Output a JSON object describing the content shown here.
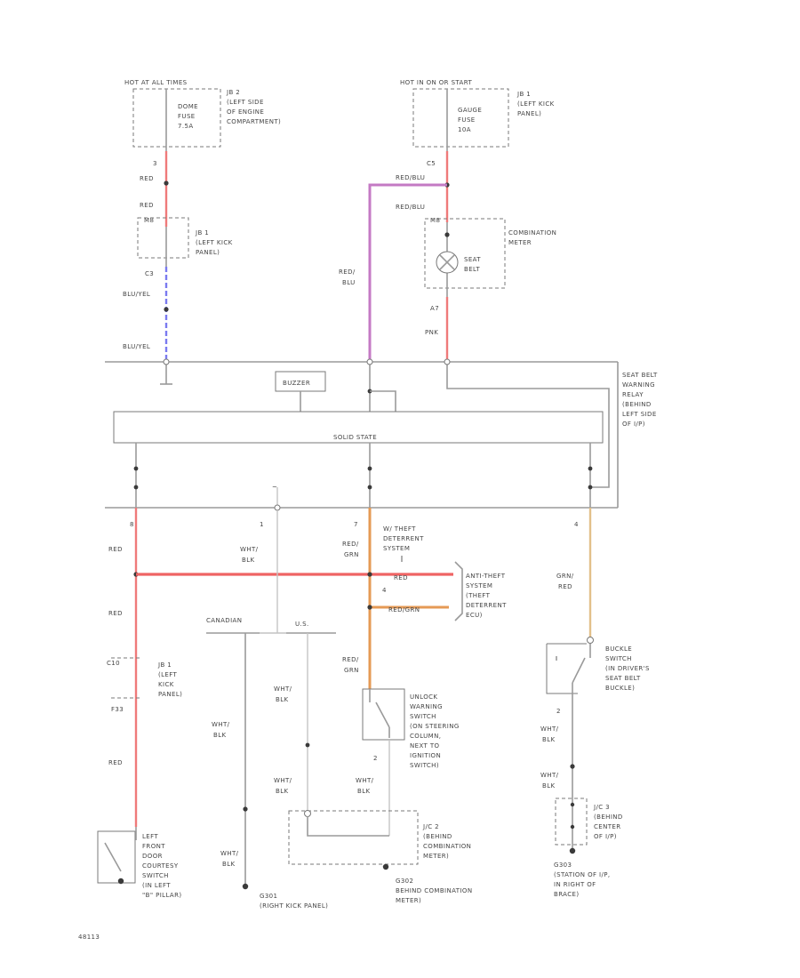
{
  "top_left": {
    "source": "HOT AT ALL TIMES",
    "jb_label": "JB 2",
    "jb_loc": [
      "(LEFT SIDE",
      "OF ENGINE",
      "COMPARTMENT)"
    ],
    "fuse": [
      "DOME",
      "FUSE",
      "7.5A"
    ],
    "conn1": "3",
    "wire1": "RED",
    "wire2": "RED",
    "pin_a": "M8",
    "jb1_label": "JB 1",
    "jb1_loc": [
      "(LEFT KICK",
      "PANEL)"
    ],
    "conn2": "C3",
    "wire3": "BLU/YEL",
    "wire4": "BLU/YEL"
  },
  "top_right": {
    "source": "HOT IN ON OR START",
    "jb_label": "JB 1",
    "jb_loc": [
      "(LEFT KICK",
      "PANEL)"
    ],
    "fuse": [
      "GAUGE",
      "FUSE",
      "10A"
    ],
    "conn1": "C5",
    "wire_a": "RED/BLU",
    "wire_b": "RED/BLU",
    "pin": "M8",
    "meter": "COMBINATION",
    "meter2": "METER",
    "lamp": [
      "SEAT",
      "BELT"
    ],
    "pin2": "A7",
    "wire_c": "PNK"
  },
  "mid_wire": [
    "RED/",
    "BLU"
  ],
  "relay": {
    "label": "BUZZER",
    "center": "SOLID STATE",
    "title": [
      "SEAT BELT",
      "WARNING",
      "RELAY",
      "(BEHIND",
      "LEFT SIDE",
      "OF I/P)"
    ]
  },
  "bottom_pins": [
    "8",
    "1",
    "7",
    "4"
  ],
  "w_left_1": "RED",
  "w_left_2": "RED",
  "w_left_3": "RED",
  "jb1_bottom": {
    "pin_top": "C10",
    "label": [
      "JB 1",
      "(LEFT",
      "KICK",
      "PANEL)"
    ],
    "pin_bot": "F33"
  },
  "wht_blk_1": [
    "WHT/",
    "BLK"
  ],
  "red_grn_1": [
    "RED/",
    "GRN"
  ],
  "anti_theft_sys": [
    "W/ THEFT",
    "DETERRENT",
    "SYSTEM"
  ],
  "anti_theft_mod": [
    "ANTI-THEFT",
    "SYSTEM",
    "(THEFT",
    "DETERRENT",
    "ECU)"
  ],
  "at_wire_red": "RED",
  "at_wire_redgrn": "RED/GRN",
  "at_pin": "4",
  "canadian": "CANADIAN",
  "us": "U.S.",
  "wht_blk_2": [
    "WHT/",
    "BLK"
  ],
  "wht_blk_3": [
    "WHT/",
    "BLK"
  ],
  "wht_blk_4": [
    "WHT/",
    "BLK"
  ],
  "wht_blk_5": [
    "WHT/",
    "BLK"
  ],
  "wht_blk_6": [
    "WHT/",
    "BLK"
  ],
  "wht_blk_7": [
    "WHT/",
    "BLK"
  ],
  "wht_blk_8": [
    "WHT/",
    "BLK"
  ],
  "red_grn_2": [
    "RED/",
    "GRN"
  ],
  "grn_red": [
    "GRN/",
    "RED"
  ],
  "unlock_switch": [
    "UNLOCK",
    "WARNING",
    "SWITCH",
    "(ON STEERING",
    "COLUMN,",
    "NEXT TO",
    "IGNITION",
    "SWITCH)"
  ],
  "unlock_pin": "2",
  "buckle_switch": [
    "BUCKLE",
    "SWITCH",
    "(IN DRIVER'S",
    "SEAT BELT",
    "BUCKLE)"
  ],
  "buckle_pin": "2",
  "jc2": [
    "J/C 2",
    "(BEHIND",
    "COMBINATION",
    "METER)"
  ],
  "jc3": [
    "J/C 3",
    "(BEHIND",
    "CENTER",
    "OF I/P)"
  ],
  "door_switch": [
    "LEFT",
    "FRONT",
    "DOOR",
    "COURTESY",
    "SWITCH",
    "(IN LEFT",
    "\"B\" PILLAR)"
  ],
  "ground_b": [
    "G301",
    "(RIGHT KICK PANEL)"
  ],
  "ground_c": [
    "G302",
    "BEHIND COMBINATION",
    "METER)"
  ],
  "ground_d": [
    "G303",
    "(STATION OF I/P,",
    "IN RIGHT OF",
    "BRACE)"
  ],
  "page_code": "48113"
}
